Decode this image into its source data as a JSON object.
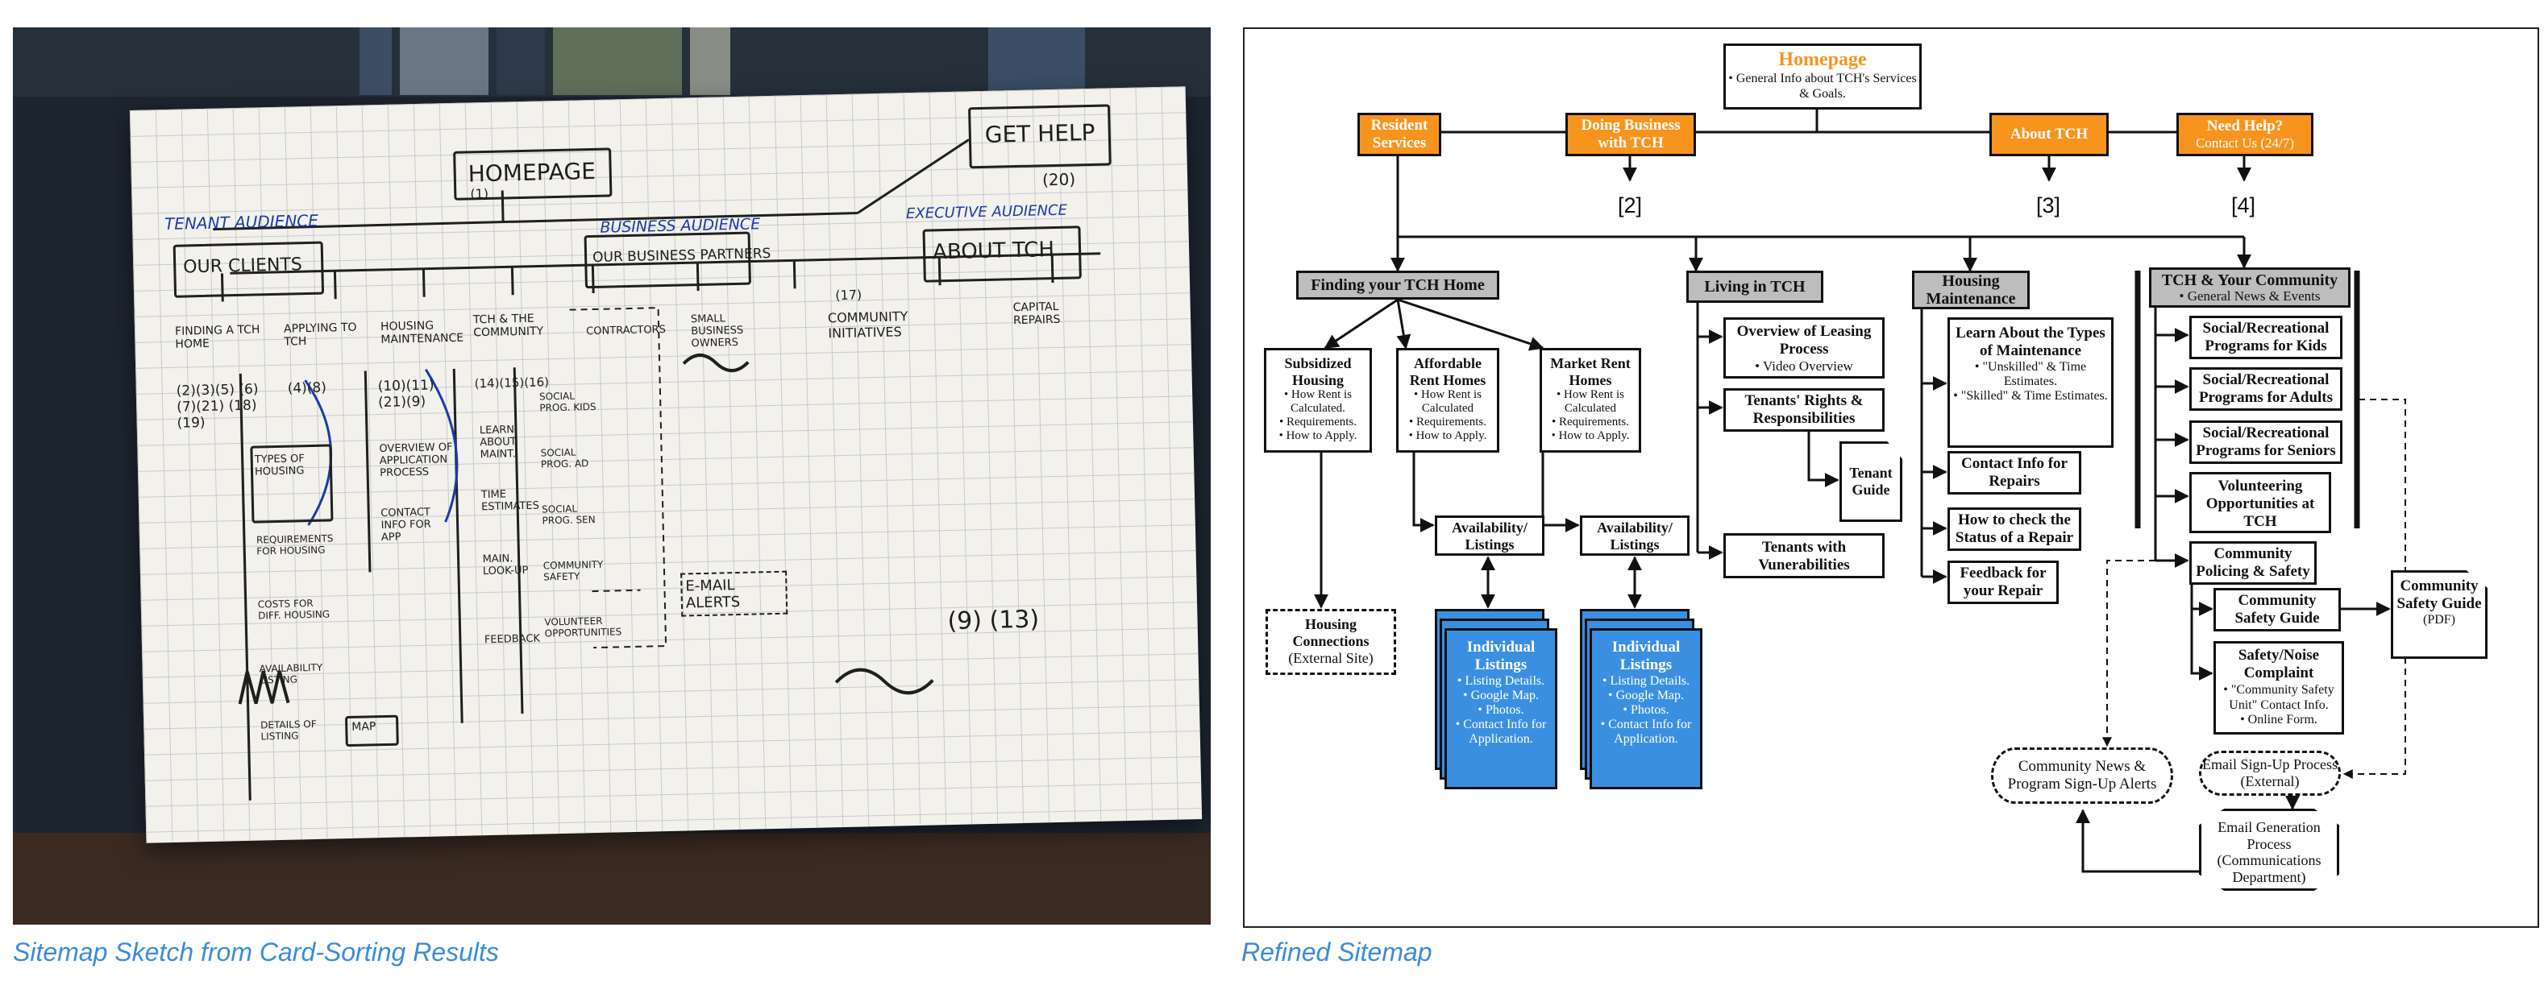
{
  "captions": {
    "left": "Sitemap Sketch from Card-Sorting Results",
    "right": "Refined Sitemap"
  },
  "sketch": {
    "homepage": "HOMEPAGE",
    "homepage_num": "(1)",
    "get_help": "GET HELP",
    "get_help_num": "(20)",
    "tenant_audience": "TENANT AUDIENCE",
    "business_audience": "BUSINESS AUDIENCE",
    "executive_audience": "EXECUTIVE AUDIENCE",
    "our_clients": "OUR CLIENTS",
    "our_business_partners": "OUR BUSINESS PARTNERS",
    "about_tch": "ABOUT TCH",
    "finding": "FINDING A TCH HOME",
    "applying": "APPLYING TO TCH",
    "housing_maint": "HOUSING MAINTENANCE",
    "tch_community": "TCH & THE COMMUNITY",
    "contractors": "CONTRACTORS",
    "small_business": "SMALL BUSINESS OWNERS",
    "community_initiatives": "COMMUNITY INITIATIVES",
    "community_initiatives_num": "(17)",
    "capital_repairs": "CAPITAL REPAIRS",
    "types_housing": "TYPES OF HOUSING",
    "requirements": "REQUIREMENTS FOR HOUSING",
    "costs": "COSTS FOR DIFF. HOUSING",
    "availability": "AVAILABILITY LISTING",
    "details": "DETAILS OF LISTING",
    "map": "MAP",
    "overview_app": "OVERVIEW OF APPLICATION PROCESS",
    "contact_app": "CONTACT INFO FOR APP",
    "learn_maint": "LEARN ABOUT MAINT.",
    "time_estimates": "TIME ESTIMATES",
    "main_lookup": "MAIN. LOOK-UP",
    "feedback": "FEEDBACK",
    "social_kids": "SOCIAL PROG. KIDS",
    "social_ad": "SOCIAL PROG. AD",
    "social_sen": "SOCIAL PROG. SEN",
    "community_safety": "COMMUNITY SAFETY",
    "volunteer": "VOLUNTEER OPPORTUNITIES",
    "email_alerts": "E-MAIL ALERTS",
    "nums_finding": "(2)(3)(5) (6)(7)(21) (18)(19)",
    "nums_applying": "(4)(8)",
    "nums_housing": "(10)(11) (21)(9)",
    "nums_tch": "(14)(15)(16)",
    "nums_bottom": "(9) (13)"
  },
  "refined": {
    "homepage": {
      "title": "Homepage",
      "desc": "• General Info about TCH's Services & Goals."
    },
    "resident_services": "Resident Services",
    "doing_business": "Doing Business with TCH",
    "about_tch": "About TCH",
    "need_help": {
      "title": "Need Help?",
      "sub": "Contact Us (24/7)"
    },
    "ref_2": "[2]",
    "ref_3": "[3]",
    "ref_4": "[4]",
    "finding_home": "Finding your TCH Home",
    "subsidized": {
      "title": "Subsidized Housing",
      "b1": "• How Rent is Calculated.",
      "b2": "• Requirements.",
      "b3": "• How to Apply."
    },
    "affordable": {
      "title": "Affordable Rent Homes",
      "b1": "• How Rent is Calculated",
      "b2": "• Requirements.",
      "b3": "• How to Apply."
    },
    "market": {
      "title": "Market Rent Homes",
      "b1": "• How Rent is Calculated",
      "b2": "• Requirements.",
      "b3": "• How to Apply."
    },
    "availability": "Availability/ Listings",
    "housing_connections": {
      "title": "Housing Connections",
      "sub": "(External Site)"
    },
    "listings": {
      "title": "Individual Listings",
      "b1": "• Listing Details.",
      "b2": "• Google Map.",
      "b3": "• Photos.",
      "b4": "• Contact Info for Application."
    },
    "living": "Living in TCH",
    "overview_leasing": {
      "title": "Overview of Leasing Process",
      "sub": "• Video Overview"
    },
    "tenants_rights": "Tenants' Rights & Responsibilities",
    "tenant_guide": "Tenant Guide",
    "vulnerabilities": "Tenants with Vunerabilities",
    "housing_maint": "Housing Maintenance",
    "learn_types": {
      "title": "Learn About the Types of Maintenance",
      "b1": "• \"Unskilled\" & Time Estimates.",
      "b2": "• \"Skilled\" & Time Estimates."
    },
    "contact_repairs": "Contact Info for Repairs",
    "check_status": "How to check the Status of a Repair",
    "feedback_repair": "Feedback for your Repair",
    "community": {
      "title": "TCH & Your Community",
      "sub": "• General News & Events"
    },
    "prog_kids": "Social/Recreational Programs for Kids",
    "prog_adults": "Social/Recreational Programs for Adults",
    "prog_seniors": "Social/Recreational Programs for Seniors",
    "volunteering": "Volunteering Opportunities at TCH",
    "policing": "Community Policing & Safety",
    "safety_guide": "Community Safety Guide",
    "safety_guide_pdf": {
      "title": "Community Safety Guide",
      "sub": "(PDF)"
    },
    "noise": {
      "title": "Safety/Noise Complaint",
      "b1": "• \"Community Safety Unit\" Contact Info.",
      "b2": "• Online Form."
    },
    "news_alerts": "Community News & Program Sign-Up Alerts",
    "email_signup": "Email Sign-Up Process (External)",
    "email_generation": "Email Generation Process (Communications Department)"
  },
  "colors": {
    "orange": "#f7941d",
    "blue": "#3b8fe0",
    "grey": "#bdbdbd",
    "caption": "#3b8bd6"
  }
}
